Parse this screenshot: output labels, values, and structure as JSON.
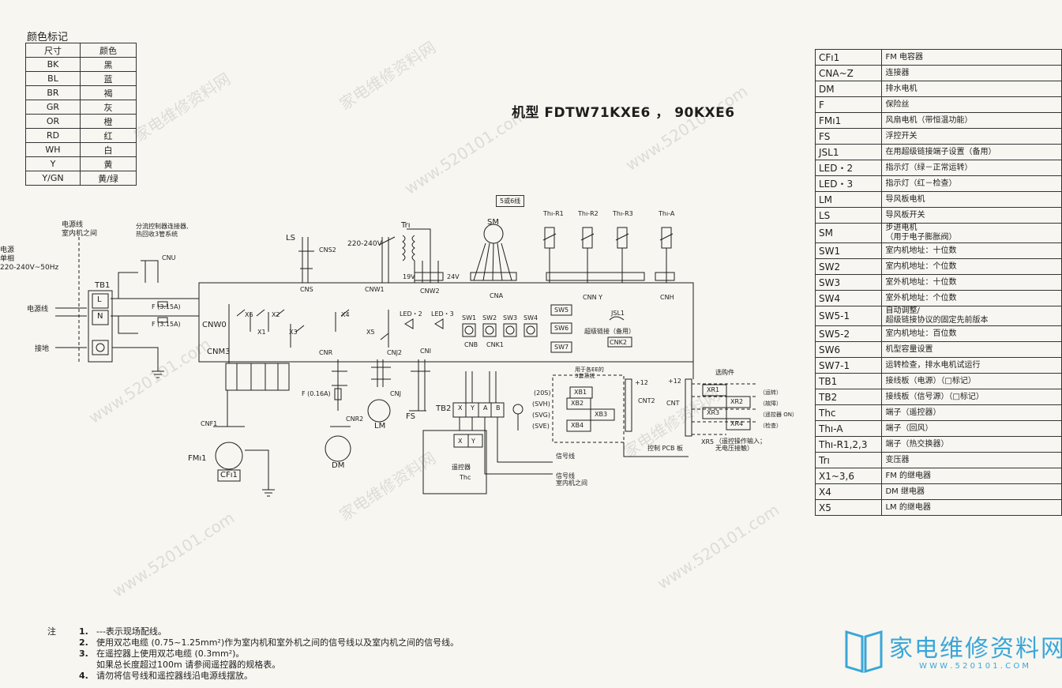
{
  "legend": {
    "title": "颜色标记",
    "headers": [
      "尺寸",
      "颜色"
    ],
    "rows": [
      [
        "BK",
        "黑"
      ],
      [
        "BL",
        "蓝"
      ],
      [
        "BR",
        "褐"
      ],
      [
        "GR",
        "灰"
      ],
      [
        "OR",
        "橙"
      ],
      [
        "RD",
        "红"
      ],
      [
        "WH",
        "白"
      ],
      [
        "Y",
        "黄"
      ],
      [
        "Y/GN",
        "黄/绿"
      ]
    ]
  },
  "title": "机型  FDTW71KXE6 ， 90KXE6",
  "watermark": {
    "text": "家电维修资料网",
    "url": "www.520101.com"
  },
  "diagram": {
    "power_note": "电源线\n室内机之间",
    "supply_label": "电源\n单相\n220-240V~50Hz",
    "power_line": "电源线",
    "ground": "接地",
    "branch_note": "分流控制器连接器,\n热回收3管系统",
    "voltage": "220-240V",
    "v19": "19V",
    "v24": "24V",
    "step_note": "5或6线",
    "jsl_note": "超级链接（备用）",
    "opt_label": "选购件",
    "signal_line_1": "信号线",
    "signal_line_2": "信号线\n室内机之间",
    "remote_label": "遥控器",
    "xr5_note": "（遥控操作输入；\n无电压接触）",
    "pcb_label": "控制 PCB 板",
    "tb2_note": "用于各EE的\n3套系统",
    "opt_items": [
      "（运转）",
      "（故障）",
      "（遥控器 ON）",
      "（检查）"
    ],
    "fuse1": "F (3.15A)",
    "fuse2": "F (3.15A)",
    "fuse3": "F (0.16A)",
    "labels": {
      "TB1": "TB1",
      "L": "L",
      "N": "N",
      "CNU": "CNU",
      "CNW0": "CNW0",
      "CNM3": "CNM3",
      "CNF1": "CNF1",
      "FMI1": "FMı1",
      "CFI1": "CFı1",
      "LS": "LS",
      "CNS2": "CNS2",
      "CNS": "CNS",
      "CNR": "CNR",
      "CNR2": "CNR2",
      "DM": "DM",
      "CNW1": "CNW1",
      "TR": "Trı",
      "CNW2": "CNW2",
      "SM": "SM",
      "CNA": "CNA",
      "CNJ2": "CNJ2",
      "CNJ": "CNJ",
      "LM": "LM",
      "CNI": "CNI",
      "FS": "FS",
      "TB2": "TB2",
      "CNB": "CNB",
      "CNK1": "CNK1",
      "CNK2": "CNK2",
      "JSL1": "JSL1",
      "CNT2": "CNT2",
      "CNT": "CNT",
      "XR5": "XR5",
      "ThC": "Thc",
      "CNN": "CNN  Y",
      "CNH": "CNH",
      "LED2": "LED・2",
      "LED3": "LED・3",
      "X1": "X1",
      "X2": "X2",
      "X3": "X3",
      "X4": "X4",
      "X5": "X5",
      "X6": "X6",
      "XB1": "XB1",
      "XB2": "XB2",
      "XB3": "XB3",
      "XB4": "XB4",
      "XR1": "XR1",
      "XR2": "XR2",
      "XR3": "XR3",
      "XR4": "XR4",
      "SW1": "SW1",
      "SW2": "SW2",
      "SW3": "SW3",
      "SW4": "SW4",
      "SW5": "SW5",
      "SW6": "SW6",
      "SW7": "SW7",
      "ThR1": "Thı-R1",
      "ThR2": "Thı-R2",
      "ThR3": "Thı-R3",
      "ThA": "Thı-A",
      "mode_20S": "(20S)",
      "mode_SVH": "(SVH)",
      "mode_SVG": "(SVG)",
      "mode_SVE": "(SVE)",
      "tb2_X": "X",
      "tb2_Y": "Y",
      "tb2_A": "A",
      "tb2_B": "B",
      "plus12": "+12"
    }
  },
  "components": [
    [
      "CFı1",
      "FM 电容器"
    ],
    [
      "CNA~Z",
      "连接器"
    ],
    [
      "DM",
      "排水电机"
    ],
    [
      "F",
      "保险丝"
    ],
    [
      "FMı1",
      "风扇电机（带恒温功能）"
    ],
    [
      "FS",
      "浮控开关"
    ],
    [
      "JSL1",
      "在用超级链接端子设置（备用）"
    ],
    [
      "LED・2",
      "指示灯（绿－正常运转）"
    ],
    [
      "LED・3",
      "指示灯（红－检查）"
    ],
    [
      "LM",
      "导风板电机"
    ],
    [
      "LS",
      "导风板开关"
    ],
    [
      "SM",
      "步进电机\n（用于电子膨胀阀）"
    ],
    [
      "SW1",
      "室内机地址：十位数"
    ],
    [
      "SW2",
      "室内机地址：个位数"
    ],
    [
      "SW3",
      "室外机地址：十位数"
    ],
    [
      "SW4",
      "室外机地址：个位数"
    ],
    [
      "SW5-1",
      "自动调整/\n超级链接协议的固定先前版本"
    ],
    [
      "SW5-2",
      "室内机地址：百位数"
    ],
    [
      "SW6",
      "机型容量设置"
    ],
    [
      "SW7-1",
      "运转检查，排水电机试运行"
    ],
    [
      "TB1",
      "接线板（电源）（□标记）"
    ],
    [
      "TB2",
      "接线板（信号源）（□标记）"
    ],
    [
      "Thc",
      "端子（遥控器）"
    ],
    [
      "Thı-A",
      "端子（回风）"
    ],
    [
      "Thı-R1,2,3",
      "端子（热交换器）"
    ],
    [
      "Trı",
      "变压器"
    ],
    [
      "X1~3,6",
      "FM 的继电器"
    ],
    [
      "X4",
      "DM 继电器"
    ],
    [
      "X5",
      "LM 的继电器"
    ]
  ],
  "notes": {
    "label": "注",
    "items": [
      [
        "1.",
        "---表示现场配线。"
      ],
      [
        "2.",
        "使用双芯电缆 (0.75~1.25mm²)作为室内机和室外机之间的信号线以及室内机之间的信号线。"
      ],
      [
        "3.",
        "在遥控器上使用双芯电缆 (0.3mm²)。"
      ],
      [
        "",
        "如果总长度超过100m  请参阅遥控器的规格表。"
      ],
      [
        "4.",
        "请勿将信号线和遥控器线沿电源线摆放。"
      ]
    ]
  },
  "logo": {
    "text": "家电维修资料网",
    "url": "W W W . 5 2 0 1 0 1 . C O M"
  },
  "colors": {
    "ink": "#1e1e1e",
    "paper": "#f7f6f1",
    "logo": "#3aa6d8"
  }
}
